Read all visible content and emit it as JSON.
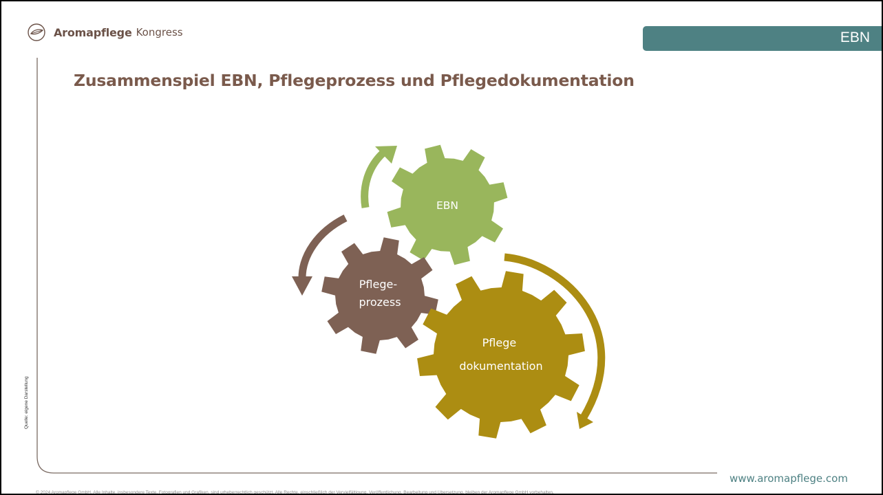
{
  "header": {
    "brand": "Aromapflege",
    "brand_sub": "Kongress",
    "section_tag": "EBN"
  },
  "slide": {
    "title": "Zusammenspiel EBN, Pflegeprozess und Pflegedokumentation"
  },
  "diagram": {
    "gears": [
      {
        "id": "ebn",
        "lines": [
          "EBN"
        ],
        "color": "#99b65c"
      },
      {
        "id": "pflegeprozess",
        "lines": [
          "Pflege-",
          "prozess"
        ],
        "color": "#7e6154"
      },
      {
        "id": "pflegedokumentation",
        "lines": [
          "Pflege",
          "dokumentation"
        ],
        "color": "#ac8d12"
      }
    ],
    "arrow_colors": [
      "#99b65c",
      "#7e6154",
      "#ac8d12"
    ]
  },
  "footer": {
    "source_note": "Quelle: eigene Darstellung",
    "website": "www.aromapflege.com",
    "copyright": "© 2024 Aromapflege GmbH. Alle Inhalte, insbesondere Texte, Fotografien und Grafiken, sind urheberrechtlich geschützt. Alle Rechte, einschließlich der Vervielfältigung, Veröffentlichung, Bearbeitung und Übersetzung, bleiben der Aromapflege GmbH vorbehalten."
  },
  "colors": {
    "brand_brown": "#6b5248",
    "title_brown": "#7a5a4c",
    "teal": "#4e8183"
  }
}
